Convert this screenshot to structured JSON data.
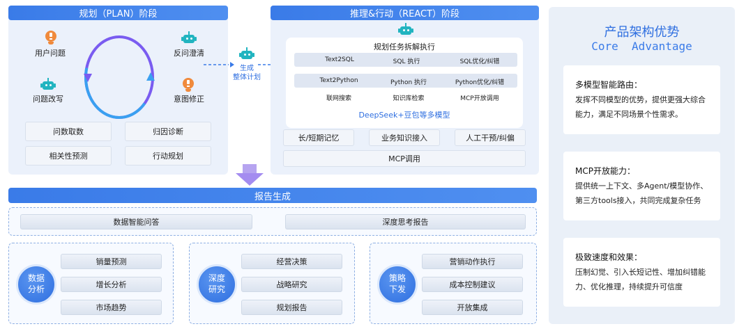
{
  "plan": {
    "title": "规划（PLAN）阶段",
    "cycle": [
      "用户问题",
      "反问澄清",
      "问题改写",
      "意图修正"
    ],
    "pills": [
      "问数取数",
      "归因诊断",
      "相关性预测",
      "行动规划"
    ]
  },
  "arrow_label": [
    "生成",
    "整体计划"
  ],
  "react": {
    "title": "推理&行动（REACT）阶段",
    "inner_title": "规划任务拆解执行",
    "row1": [
      "Text2SQL",
      "SQL 执行",
      "SQL优化/纠错"
    ],
    "row2": [
      "Text2Python",
      "Python 执行",
      "Python优化/纠错"
    ],
    "row3": [
      "联网搜索",
      "知识库检索",
      "MCP开放调用"
    ],
    "models": "DeepSeek+豆包等多模型",
    "pills": [
      "长/短期记忆",
      "业务知识接入",
      "人工干预/纠偏"
    ],
    "mcp": "MCP调用"
  },
  "report": {
    "title": "报告生成",
    "top": [
      "数据智能问答",
      "深度思考报告"
    ],
    "groups": [
      {
        "label": [
          "数据",
          "分析"
        ],
        "items": [
          "销量预测",
          "增长分析",
          "市场趋势"
        ]
      },
      {
        "label": [
          "深度",
          "研究"
        ],
        "items": [
          "经营决策",
          "战略研究",
          "规划报告"
        ]
      },
      {
        "label": [
          "策略",
          "下发"
        ],
        "items": [
          "营销动作执行",
          "成本控制建议",
          "开放集成"
        ]
      }
    ]
  },
  "advantages": {
    "title": "产品架构优势",
    "subtitle": "Core  Advantage",
    "cards": [
      {
        "title": "多模型智能路由：",
        "body": "发挥不同模型的优势，提供更强大综合能力，满足不同场景个性需求。"
      },
      {
        "title": "MCP开放能力：",
        "body": "提供统一上下文、多Agent/模型协作、第三方tools接入，共同完成复杂任务"
      },
      {
        "title": "极致速度和效果：",
        "body": "压制幻觉、引入长短记性、增加纠错能力、优化推理，持续提升可信度"
      }
    ]
  },
  "colors": {
    "primary": "#3a7be8",
    "teal": "#21b4c0",
    "orange": "#f08a3c",
    "panel": "#ebf1fb"
  }
}
